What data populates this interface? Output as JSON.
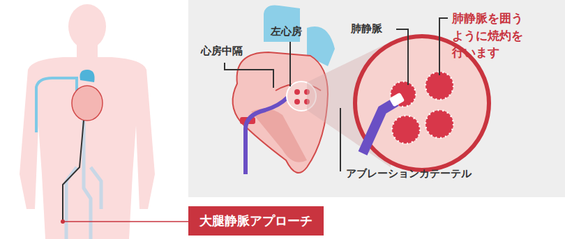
{
  "diagram": {
    "nodes": [
      {
        "text": [
          "大腿静脈アプローチ"
        ]
      }
    ],
    "labels": [
      "心房中隔",
      "左心房",
      "肺静脈",
      "肺静脈を囲うように焼灼を行います",
      "アブレーションカテーテル"
    ]
  }
}
